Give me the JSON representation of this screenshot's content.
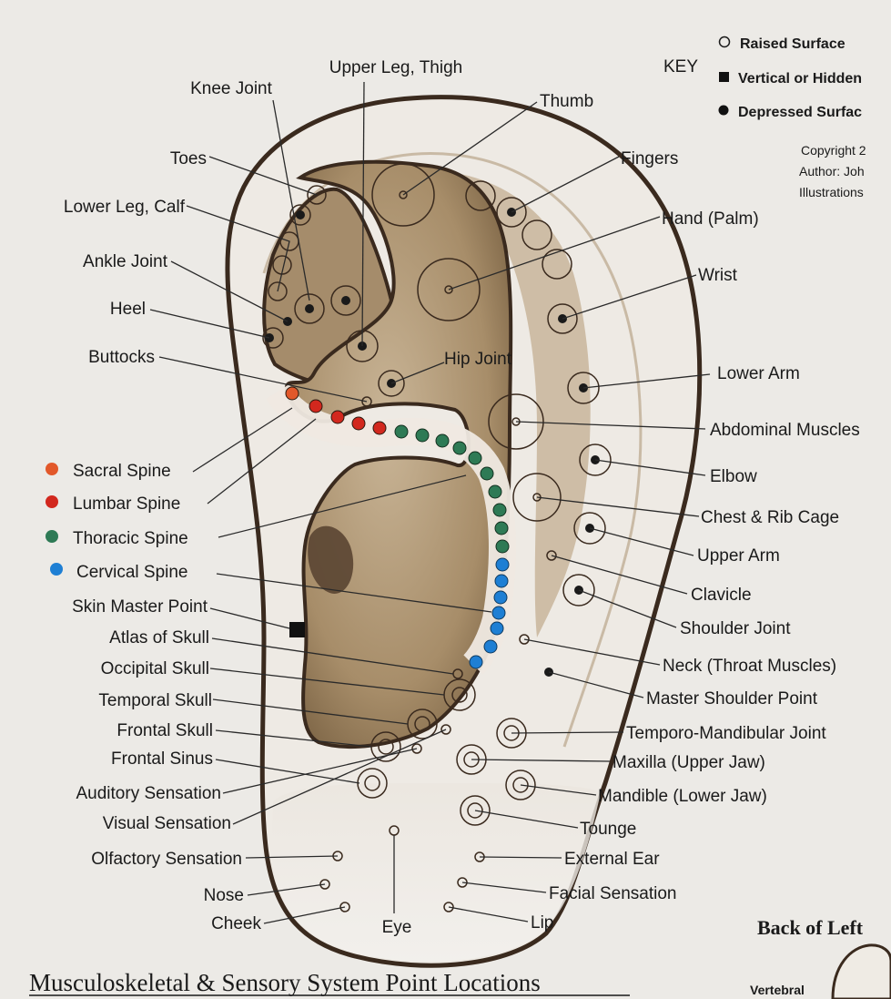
{
  "key": {
    "title": "KEY",
    "raised": "Raised Surface",
    "vertical": "Vertical or Hidden",
    "depressed": "Depressed Surfac"
  },
  "copyright": [
    "Copyright 2",
    "Author: Joh",
    "Illustrations"
  ],
  "footer": {
    "title": "Musculoskeletal & Sensory System Point Locations",
    "back_title": "Back of Left",
    "vertebral": "Vertebral"
  },
  "spine_legend": [
    {
      "label": "Sacral Spine",
      "color": "#e2582a"
    },
    {
      "label": "Lumbar Spine",
      "color": "#d2281e"
    },
    {
      "label": "Thoracic Spine",
      "color": "#2e7a55"
    },
    {
      "label": "Cervical Spine",
      "color": "#1e7fd4"
    }
  ],
  "labels_left": [
    "Toes",
    "Lower Leg, Calf",
    "Ankle Joint",
    "Heel",
    "Buttocks",
    "Skin Master Point",
    "Atlas of Skull",
    "Occipital Skull",
    "Temporal Skull",
    "Frontal Skull",
    "Frontal Sinus",
    "Auditory Sensation",
    "Visual Sensation",
    "Olfactory Sensation",
    "Nose",
    "Cheek"
  ],
  "labels_top": [
    "Knee Joint",
    "Upper Leg, Thigh",
    "Thumb",
    "Hip Joint",
    "Eye"
  ],
  "labels_right": [
    "Fingers",
    "Hand (Palm)",
    "Wrist",
    "Lower Arm",
    "Abdominal Muscles",
    "Elbow",
    "Chest & Rib Cage",
    "Upper Arm",
    "Clavicle",
    "Shoulder Joint",
    "Neck (Throat Muscles)",
    "Master Shoulder Point",
    "Temporo-Mandibular Joint",
    "Maxilla (Upper Jaw)",
    "Mandible (Lower Jaw)",
    "Tounge",
    "External Ear",
    "Facial Sensation",
    "Lip"
  ]
}
